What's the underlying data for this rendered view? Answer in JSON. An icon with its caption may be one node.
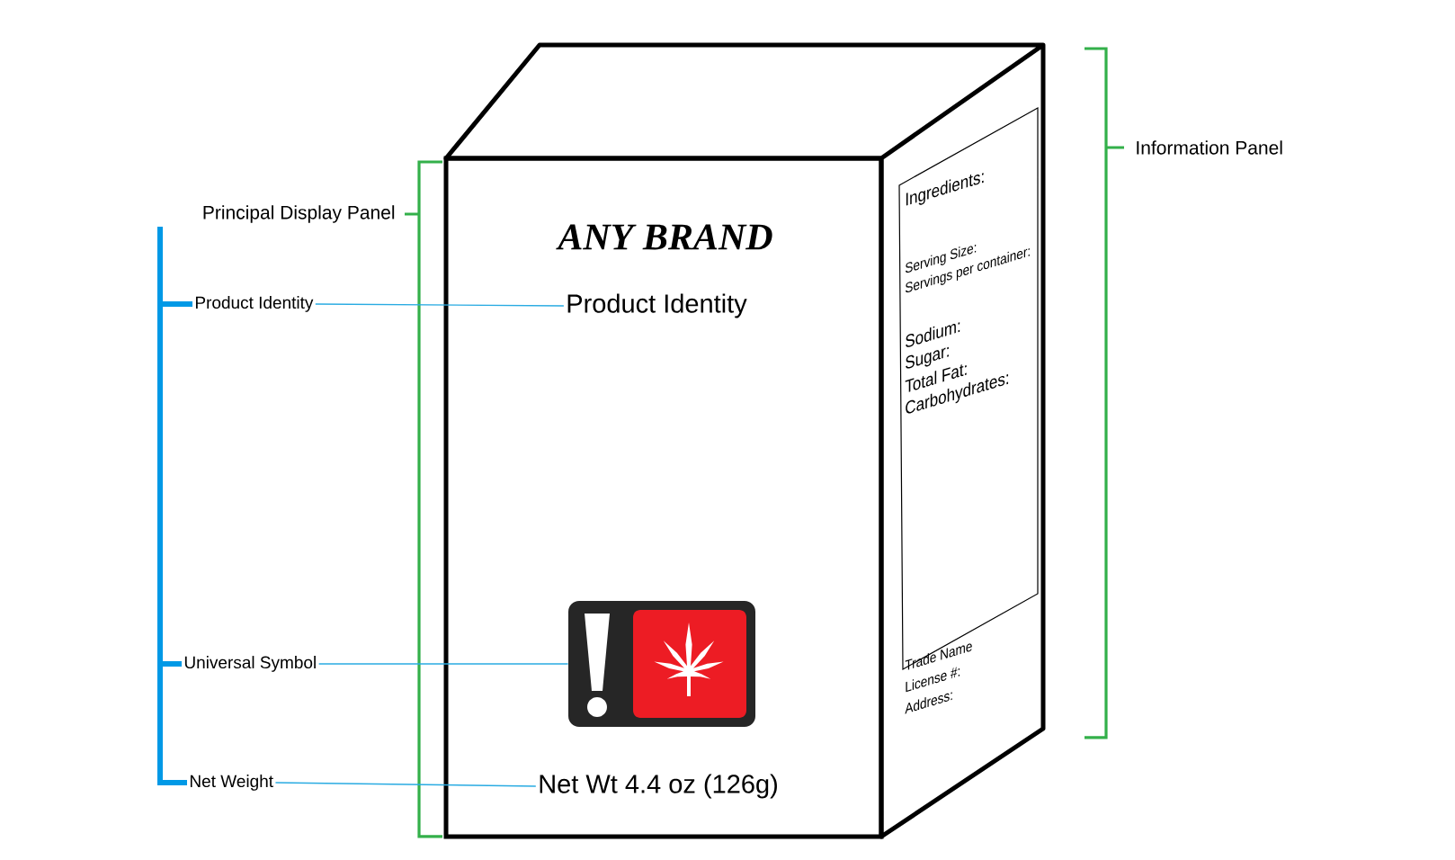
{
  "diagram": {
    "nodes": [
      {
        "text": [
          "Principal Display Panel"
        ]
      },
      {
        "text": [
          "Product Identity"
        ]
      },
      {
        "text": [
          "Universal Symbol"
        ]
      },
      {
        "text": [
          "Net Weight"
        ]
      },
      {
        "text": [
          "ANY BRAND"
        ]
      },
      {
        "text": [
          "Product Identity"
        ],
        "in": 4
      },
      {
        "text": [],
        "shape": "picture",
        "in": 4
      },
      {
        "text": [
          "Net Wt 4.4 oz (126g)"
        ],
        "in": 4
      },
      {
        "text": [
          "Ingredients:",
          "Serving Size:",
          "Servings per container:",
          "Sodium:",
          "Sugar:",
          "Total Fat:",
          "Carbohydrates:",
          "Trade Name",
          "License #:",
          "Address:"
        ]
      },
      {
        "text": [
          "Information Panel"
        ]
      }
    ],
    "edges": [
      {
        "from": 0,
        "to": 1,
        "arrow": "none",
        "style": "thick",
        "color": "#0099e6"
      },
      {
        "from": 0,
        "to": 2,
        "arrow": "none",
        "style": "thick",
        "color": "#0099e6"
      },
      {
        "from": 0,
        "to": 3,
        "arrow": "none",
        "style": "thick",
        "color": "#0099e6"
      },
      {
        "from": 1,
        "to": 5,
        "arrow": "none"
      },
      {
        "from": 2,
        "to": 6,
        "arrow": "none"
      },
      {
        "from": 3,
        "to": 7,
        "arrow": "none"
      }
    ]
  }
}
